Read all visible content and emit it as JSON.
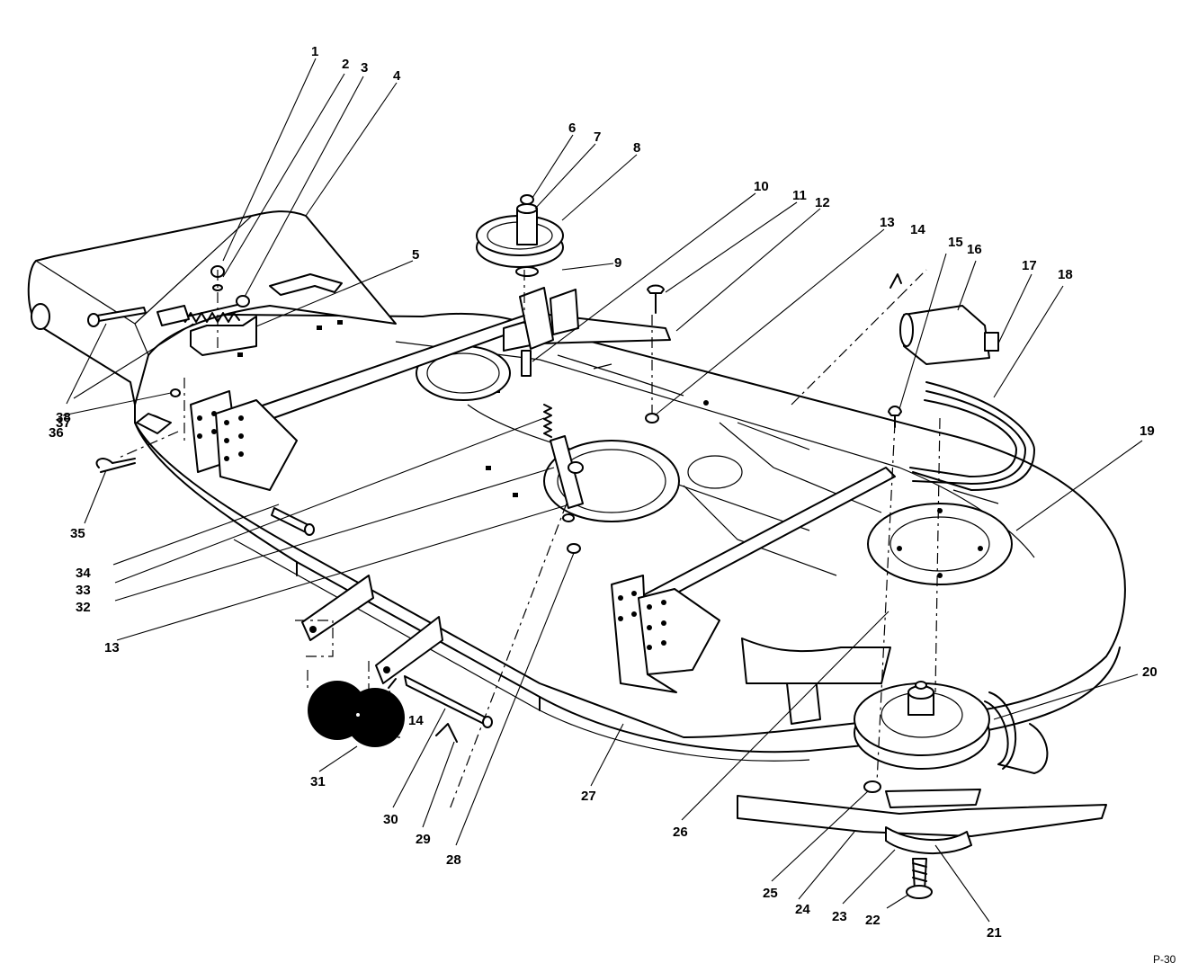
{
  "callouts": [
    "1",
    "2",
    "3",
    "4",
    "5",
    "6",
    "7",
    "8",
    "9",
    "10",
    "11",
    "12",
    "13",
    "14",
    "15",
    "16",
    "17",
    "18",
    "19",
    "20",
    "21",
    "22",
    "23",
    "24",
    "25",
    "26",
    "27",
    "28",
    "29",
    "30",
    "31",
    "32",
    "33",
    "34",
    "35",
    "36",
    "37",
    "38",
    "14",
    "13"
  ],
  "corner_code": "P-30"
}
